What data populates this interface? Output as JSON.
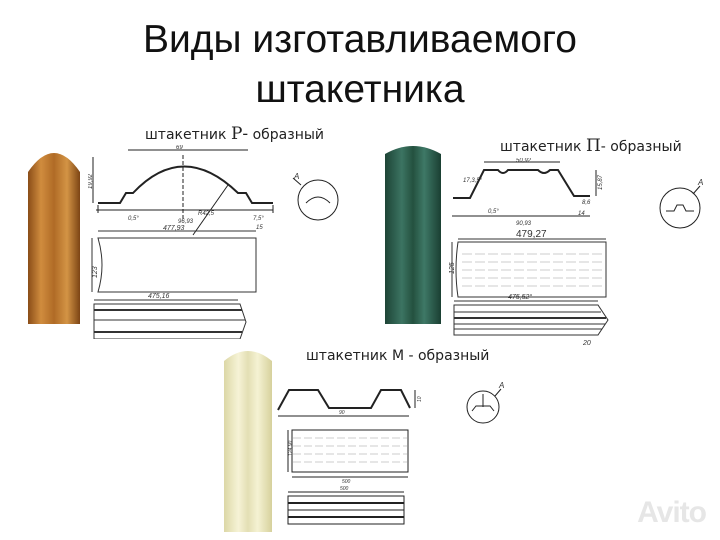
{
  "title": {
    "line1": "Виды изготавливаемого",
    "line2": "штакетника"
  },
  "sections": [
    {
      "label_prefix": "штакетник",
      "letter": "Р-",
      "label_suffix": "образный",
      "color": "#b8762e",
      "dims": {
        "width_top": "69",
        "height": "19,92",
        "angle": "0,5°",
        "radius": "R42,5",
        "flange": "7,5°",
        "flange2": "15",
        "total": "96,93",
        "length": "477,93",
        "sheet_w": "123",
        "ribbed_len": "475,16",
        "detail": "A"
      }
    },
    {
      "label_prefix": "штакетник",
      "letter": "П",
      "label_suffix": "- образный",
      "color": "#2d5e4e",
      "dims": {
        "width_top": "50,92",
        "angle1": "17,3,5°",
        "height": "15,87",
        "angle": "0,5°",
        "flange": "8,6",
        "flange2": "14",
        "total": "90,93",
        "length": "479,27",
        "sheet_w": "125",
        "ribbed_len": "475,52°",
        "end": "20",
        "detail": "A"
      }
    },
    {
      "label_prefix": "штакетник",
      "letter": "М",
      "label_suffix": "- образный",
      "color": "#efeccb",
      "dims": {
        "total": "90",
        "height": "10",
        "sheet_w": "124,90",
        "length": "500",
        "ribbed_len": "500",
        "detail": "A"
      }
    }
  ],
  "watermark": "Avito"
}
